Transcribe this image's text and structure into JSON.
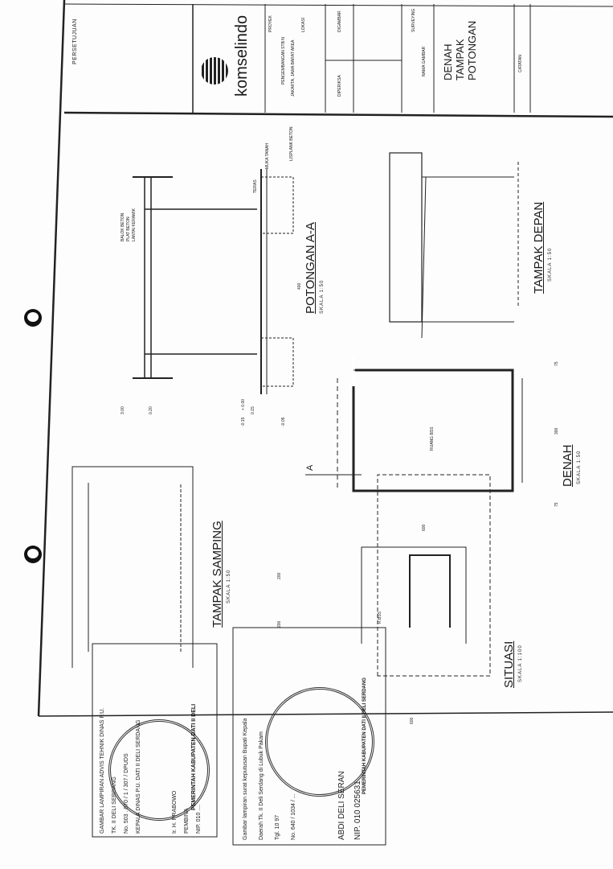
{
  "title_block": {
    "approval_label": "PERSETUJUAN",
    "company": "komselindo",
    "project_label": "PROYEK",
    "project_name": "PENGEMBANGAN STB N",
    "project_area": "JAKARTA, JAWA BARAT AREA",
    "location_label": "LOKASI",
    "drawn_label": "DIGAMBAR",
    "checked_label": "DIPERIKSA",
    "surveyor_label": "SURVEYING",
    "drawing_name_label": "NAMA GAMBAR",
    "drawing_name": [
      "DENAH",
      "TAMPAK",
      "POTONGAN"
    ],
    "notes_label": "CATATAN"
  },
  "views": {
    "section": {
      "title": "POTONGAN A-A",
      "scale": "SKALA 1:50",
      "labels": [
        "BALOK BETON",
        "PLAT BETON",
        "LANTAI KERAMIK",
        "TERAS",
        "LISPLANK BETON",
        "MUKA TANAH"
      ],
      "dims": [
        "400",
        "3.00",
        "0.15",
        "0.20",
        "+ 0.00",
        "-0.15",
        "-0.05"
      ]
    },
    "front": {
      "title": "TAMPAK DEPAN",
      "scale": "SKALA 1:50"
    },
    "side": {
      "title": "TAMPAK SAMPING",
      "scale": "SKALA 1:50"
    },
    "plan": {
      "title": "DENAH",
      "scale": "SKALA 1:50",
      "room": "RUANG BSS",
      "section_mark": "A",
      "dims": [
        "75",
        "300",
        "75",
        "600"
      ]
    },
    "site": {
      "title": "SITUASI",
      "scale": "SKALA 1:100",
      "room": "R.BSS",
      "dims": [
        "200",
        "200",
        "600"
      ]
    }
  },
  "stamps": {
    "approval_box": [
      "GAMBAR LAMPIRAN ADVIS TEHNIK DINAS P.U.",
      "TK. II DELI SERDANG",
      "No. 503 . 070 / 1 / 307 / DPUDS",
      "KEPALA DINAS P.U. DATI II DELI SERDANG",
      "Ir. H. PRABOWO",
      "PEMBINA",
      "NIP. 010 ...."
    ],
    "approval_seal": "PEMERINTAH KABUPATEN DATI II DELI",
    "permit_box": [
      "Gambar lampiran surat keputusan Bupati Kepala",
      "Daerah Tk. II Deli Serdang di Lubuk Pakam",
      "Tgl. 10 97",
      "No. 640 / 1034 / ..."
    ],
    "permit_seal": "PEMERINTAH KABUPATEN DATI II DELI SERDANG",
    "signatory": "ABDI DELI SERAN",
    "nip": "NIP. 010 025631"
  }
}
